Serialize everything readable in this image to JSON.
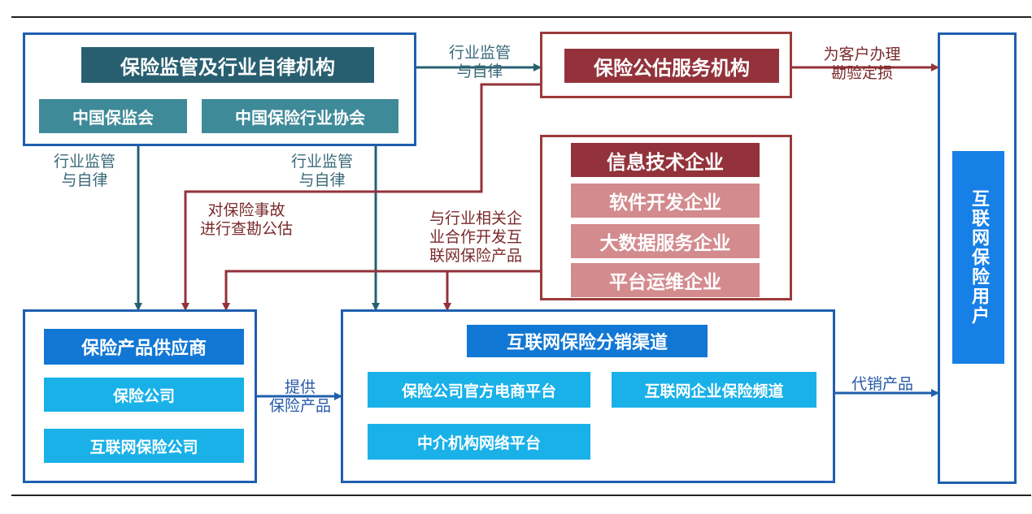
{
  "regulator": {
    "title": "保险监管及行业自律机构",
    "members": [
      "中国保监会",
      "中国保险行业协会"
    ]
  },
  "assessor": {
    "title": "保险公估服务机构"
  },
  "tech": {
    "title": "信息技术企业",
    "members": [
      "软件开发企业",
      "大数据服务企业",
      "平台运维企业"
    ]
  },
  "supplier": {
    "title": "保险产品供应商",
    "members": [
      "保险公司",
      "互联网保险公司"
    ]
  },
  "channel": {
    "title": "互联网保险分销渠道",
    "members": [
      "保险公司官方电商平台",
      "互联网企业保险频道",
      "中介机构网络平台"
    ]
  },
  "user": {
    "title": "互联网保险用户"
  },
  "edges": {
    "supervision_right": "行业监管\n与自律",
    "assessor_to_user": "为客户办理\n勘验定损",
    "supervision_left": "行业监管\n与自律",
    "supervision_mid": "行业监管\n与自律",
    "survey": "对保险事故\n进行查勘公估",
    "tech_coop": "与行业相关企\n业合作开发互\n联网保险产品",
    "provide": "提供\n保险产品",
    "resell": "代销产品"
  },
  "colors": {
    "regulator_edge": "#285f70",
    "assessor_edge": "#93323a",
    "channel_edge": "#1f5fae"
  }
}
